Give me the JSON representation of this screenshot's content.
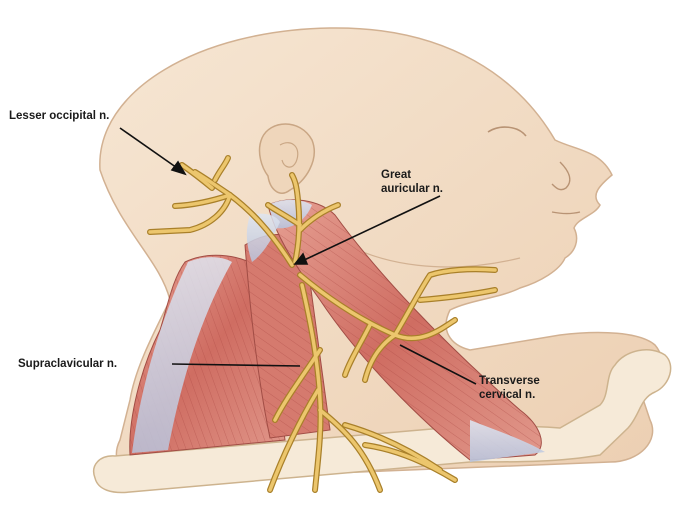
{
  "labels": {
    "lesser_occipital": "Lesser occipital n.",
    "great_auricular_line1": "Great",
    "great_auricular_line2": "auricular n.",
    "supraclavicular": "Supraclavicular n.",
    "transverse_cervical_line1": "Transverse",
    "transverse_cervical_line2": "cervical n."
  },
  "colors": {
    "skin": "#f3dfc9",
    "skin_outline": "#d9bca0",
    "muscle": "#d9857a",
    "muscle_dark": "#b8544c",
    "tendon": "#c9d3e6",
    "nerve": "#e8c36a",
    "nerve_outline": "#b88d2e",
    "bone": "#f6ead8"
  }
}
